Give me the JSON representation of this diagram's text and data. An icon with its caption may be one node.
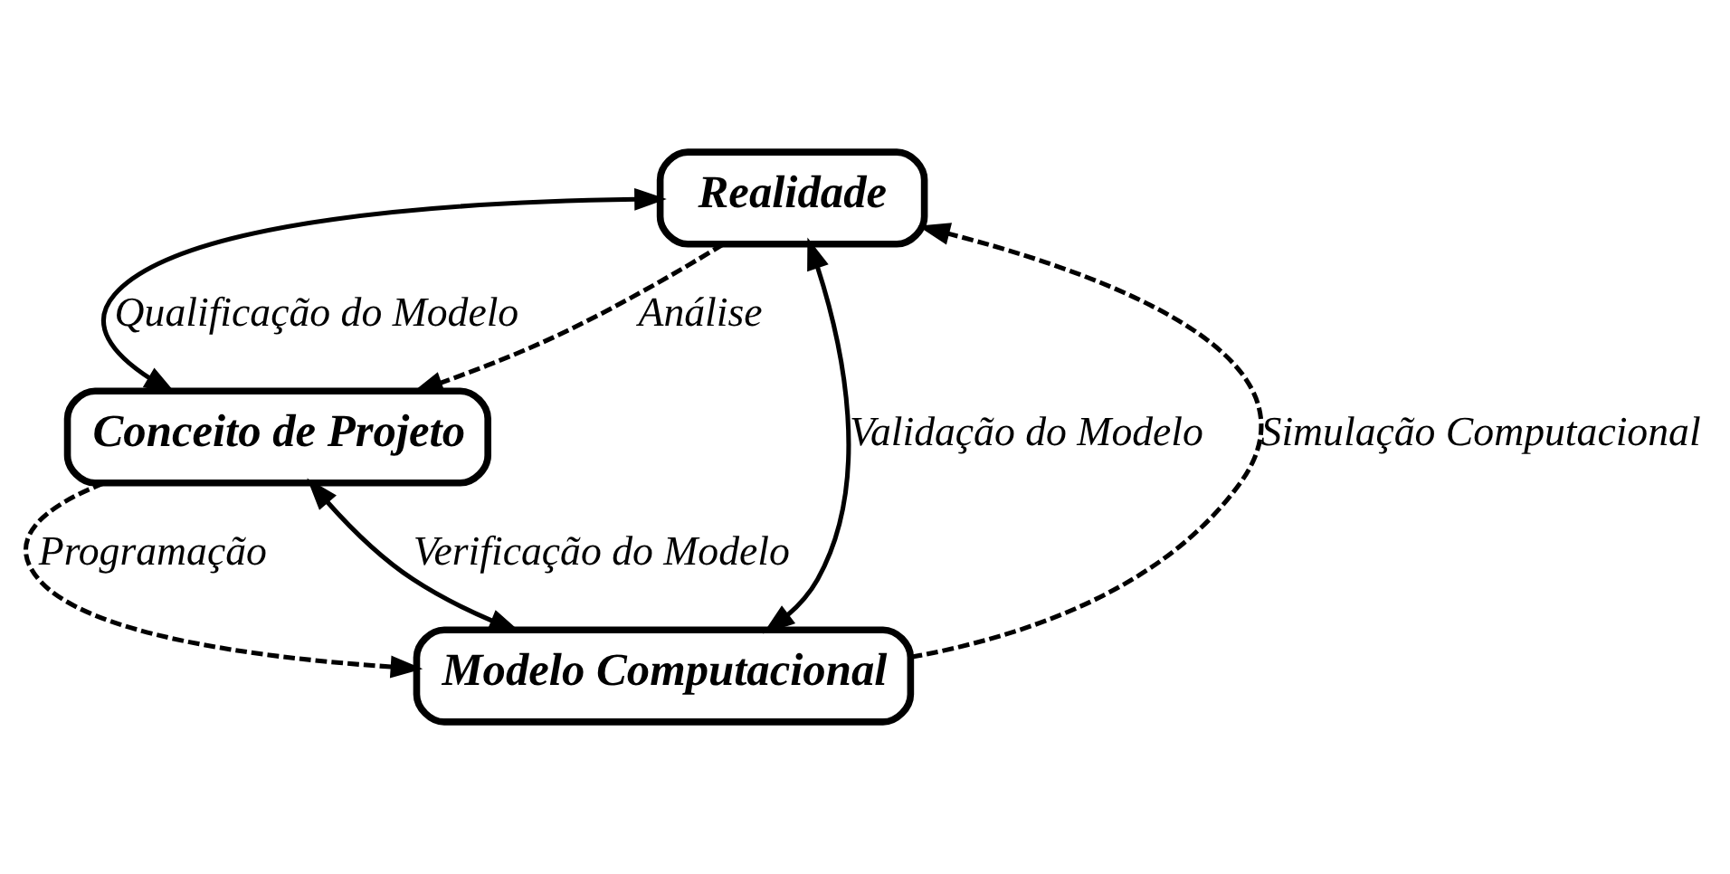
{
  "diagram": {
    "nodes": [
      {
        "text": [
          "Realidade"
        ]
      },
      {
        "text": [
          "Conceito de Projeto"
        ]
      },
      {
        "text": [
          "Modelo Computacional"
        ]
      }
    ],
    "edges": [
      {
        "from": 2,
        "to": 0,
        "arrow": "both",
        "label": "Validação do Modelo"
      },
      {
        "from": 0,
        "to": 1,
        "arrow": "both",
        "label": "Qualificação do Modelo"
      },
      {
        "from": 0,
        "to": 1,
        "arrow": "to",
        "style": "dashed",
        "label": "Análise"
      },
      {
        "from": 1,
        "to": 2,
        "arrow": "to",
        "style": "dashed",
        "label": "Programação"
      },
      {
        "from": 2,
        "to": 0,
        "arrow": "to",
        "style": "dashed",
        "label": "Simulação Computacional"
      },
      {
        "from": 2,
        "to": 1,
        "arrow": "both",
        "label": "Verificação do Modelo"
      }
    ]
  }
}
